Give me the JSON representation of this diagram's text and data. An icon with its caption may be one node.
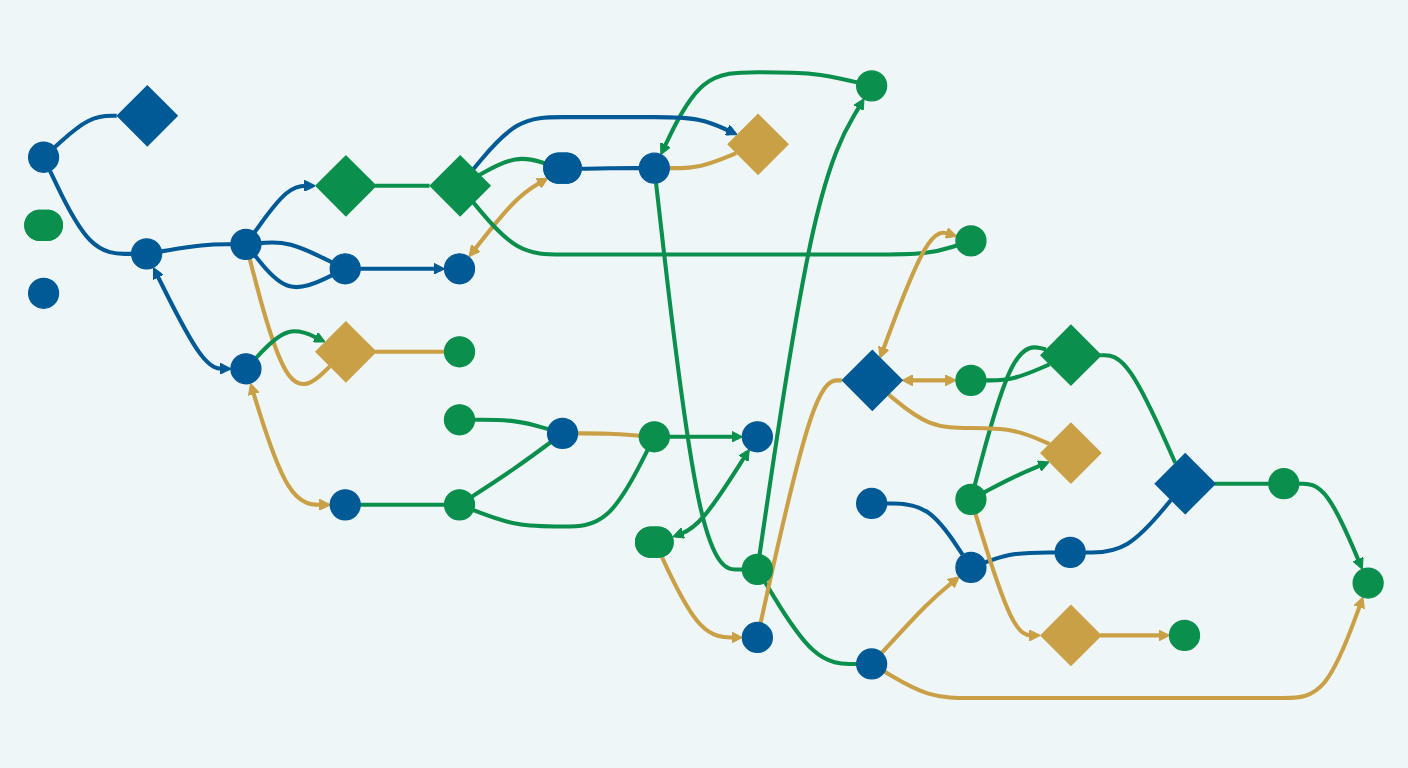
{
  "diagram": {
    "nodes": [
      {
        "text": [],
        "shape": "circle"
      },
      {
        "text": [],
        "shape": "diamond"
      },
      {
        "text": [],
        "shape": "circle"
      },
      {
        "text": [],
        "shape": "circle"
      },
      {
        "text": [],
        "shape": "circle"
      },
      {
        "text": [],
        "shape": "pill"
      },
      {
        "text": [],
        "shape": "circle"
      },
      {
        "text": [],
        "shape": "circle"
      },
      {
        "text": [],
        "shape": "pill"
      },
      {
        "text": [],
        "shape": "circle"
      },
      {
        "text": [],
        "shape": "circle"
      },
      {
        "text": [],
        "shape": "circle"
      },
      {
        "text": [],
        "shape": "diamond"
      },
      {
        "text": [],
        "shape": "diamond"
      },
      {
        "text": [],
        "shape": "diamond"
      },
      {
        "text": [],
        "shape": "diamond"
      },
      {
        "text": [],
        "shape": "circle"
      },
      {
        "text": [],
        "shape": "circle"
      },
      {
        "text": [],
        "shape": "circle"
      },
      {
        "text": [],
        "shape": "pill"
      },
      {
        "text": [],
        "shape": "circle"
      },
      {
        "text": [],
        "shape": "circle"
      },
      {
        "text": [],
        "shape": "circle"
      },
      {
        "text": [],
        "shape": "circle"
      },
      {
        "text": [],
        "shape": "circle"
      },
      {
        "text": [],
        "shape": "circle"
      },
      {
        "text": [],
        "shape": "diamond"
      },
      {
        "text": [],
        "shape": "circle"
      },
      {
        "text": [],
        "shape": "circle"
      },
      {
        "text": [],
        "shape": "circle"
      },
      {
        "text": [],
        "shape": "circle"
      },
      {
        "text": [],
        "shape": "circle"
      },
      {
        "text": [],
        "shape": "diamond"
      },
      {
        "text": [],
        "shape": "circle"
      },
      {
        "text": [],
        "shape": "diamond"
      },
      {
        "text": [],
        "shape": "diamond"
      },
      {
        "text": [],
        "shape": "circle"
      },
      {
        "text": [],
        "shape": "circle"
      },
      {
        "text": [],
        "shape": "circle"
      },
      {
        "text": [],
        "shape": "diamond"
      },
      {
        "text": [],
        "shape": "circle"
      }
    ],
    "edges": [
      {
        "from": 0,
        "to": 1,
        "arrow": "none",
        "color": "#005a96"
      },
      {
        "from": 0,
        "to": 6,
        "arrow": "none",
        "color": "#005a96"
      },
      {
        "from": 2,
        "to": 3,
        "arrow": "to",
        "color": "#005a96"
      },
      {
        "from": 7,
        "to": 2,
        "arrow": "none",
        "color": "#005a96"
      },
      {
        "from": 2,
        "to": 7,
        "arrow": "none",
        "color": "#005a96"
      },
      {
        "from": 6,
        "to": 7,
        "arrow": "none",
        "color": "#005a96"
      },
      {
        "from": 7,
        "to": 13,
        "arrow": "to",
        "color": "#005a96"
      },
      {
        "from": 6,
        "to": 17,
        "arrow": "both",
        "color": "#005a96"
      },
      {
        "from": 7,
        "to": 12,
        "arrow": "none",
        "color": "#c9a046"
      },
      {
        "from": 12,
        "to": 18,
        "arrow": "none",
        "color": "#c9a046"
      },
      {
        "from": 17,
        "to": 12,
        "arrow": "to"
      },
      {
        "from": 3,
        "to": 8,
        "arrow": "both",
        "color": "#c9a046"
      },
      {
        "from": 8,
        "to": 9,
        "arrow": "none",
        "color": "#005a96"
      },
      {
        "from": 4,
        "to": 9,
        "arrow": "to"
      },
      {
        "from": 9,
        "to": 10,
        "arrow": "none"
      },
      {
        "from": 10,
        "to": 4,
        "arrow": "to"
      },
      {
        "from": 10,
        "to": 11,
        "arrow": "none"
      },
      {
        "from": 9,
        "to": 15,
        "arrow": "none",
        "color": "#c9a046"
      },
      {
        "from": 11,
        "to": 23,
        "arrow": "to",
        "color": "#c9a046"
      },
      {
        "from": 11,
        "to": 24,
        "arrow": "to",
        "color": "#c9a046"
      },
      {
        "from": 13,
        "to": 14,
        "arrow": "none"
      },
      {
        "from": 14,
        "to": 8,
        "arrow": "none"
      },
      {
        "from": 14,
        "to": 15,
        "arrow": "to",
        "color": "#005a96"
      },
      {
        "from": 14,
        "to": 21,
        "arrow": "none"
      },
      {
        "from": 19,
        "to": 20,
        "arrow": "to",
        "color": "#c9a046"
      },
      {
        "from": 20,
        "to": 26,
        "arrow": "none",
        "color": "#c9a046"
      },
      {
        "from": 22,
        "to": 23,
        "arrow": "none",
        "color": "#005a96"
      },
      {
        "from": 23,
        "to": 28,
        "arrow": "none",
        "color": "#005a96"
      },
      {
        "from": 28,
        "to": 35,
        "arrow": "none",
        "color": "#005a96"
      },
      {
        "from": 35,
        "to": 40,
        "arrow": "none"
      },
      {
        "from": 40,
        "to": 24,
        "arrow": "to"
      },
      {
        "from": 27,
        "to": 34,
        "arrow": "none"
      },
      {
        "from": 34,
        "to": 35,
        "arrow": "none"
      },
      {
        "from": 33,
        "to": 34,
        "arrow": "none"
      },
      {
        "from": 33,
        "to": 32,
        "arrow": "to"
      },
      {
        "from": 33,
        "to": 39,
        "arrow": "to",
        "color": "#c9a046"
      },
      {
        "from": 39,
        "to": 38,
        "arrow": "to",
        "color": "#c9a046"
      },
      {
        "from": 26,
        "to": 32,
        "arrow": "none",
        "color": "#c9a046"
      },
      {
        "from": 26,
        "to": 27,
        "arrow": "both",
        "color": "#c9a046"
      },
      {
        "from": 26,
        "to": 21,
        "arrow": "both",
        "color": "#c9a046"
      },
      {
        "from": 17,
        "to": 29,
        "arrow": "both",
        "color": "#c9a046"
      },
      {
        "from": 29,
        "to": 30,
        "arrow": "none"
      },
      {
        "from": 30,
        "to": 31,
        "arrow": "none"
      },
      {
        "from": 30,
        "to": 37,
        "arrow": "none"
      },
      {
        "from": 36,
        "to": 37,
        "arrow": "none"
      },
      {
        "from": 37,
        "to": 31,
        "arrow": "none",
        "color": "#c9a046"
      },
      {
        "from": 19,
        "to": 25,
        "arrow": "both"
      },
      {
        "from": 31,
        "to": 25,
        "arrow": "to"
      }
    ]
  }
}
